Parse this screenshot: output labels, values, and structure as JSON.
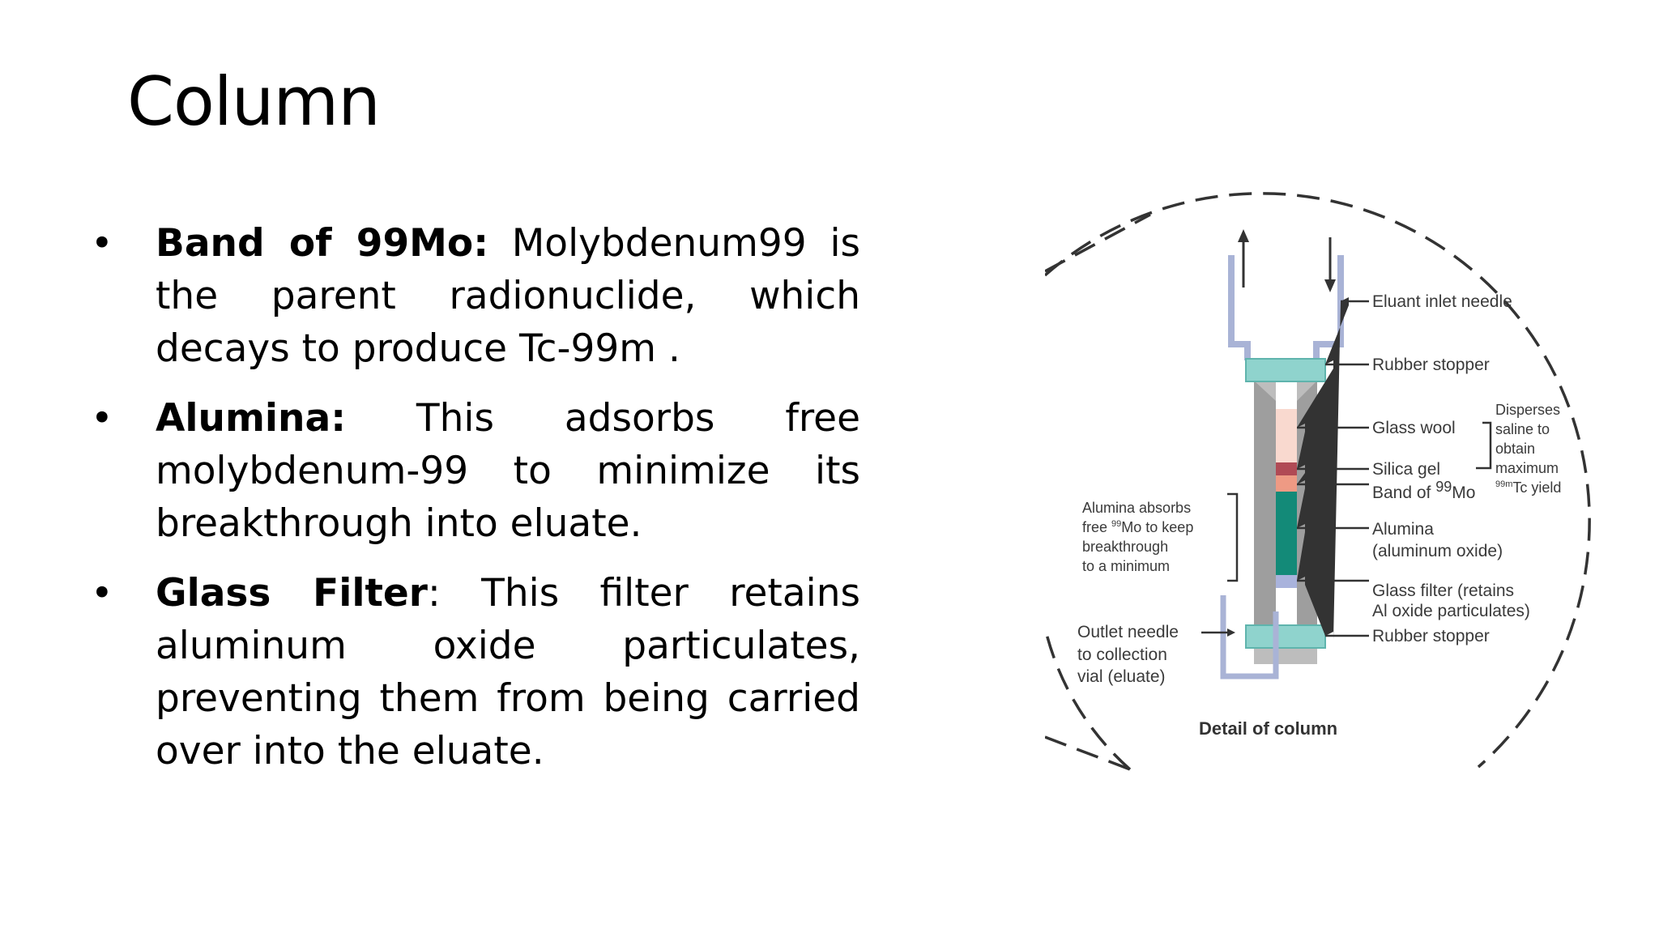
{
  "title": "Column",
  "bullets": [
    {
      "term": "Band of 99Mo:",
      "term_suffix": "",
      "text": " Molybdenum99 is the parent radionuclide, which decays to produce Tc-99m ."
    },
    {
      "term": "Alumina:",
      "term_suffix": "",
      "text": " This adsorbs free molybdenum-99 to minimize its breakthrough into eluate."
    },
    {
      "term": "Glass Filter",
      "term_suffix": ":",
      "text": " This filter retains aluminum oxide particulates, preventing them from being carried over into the eluate."
    }
  ],
  "diagram": {
    "caption": "Detail of column",
    "right_labels": {
      "eluant_inlet": "Eluant inlet needle",
      "rubber_stopper_top": "Rubber stopper",
      "glass_wool": "Glass wool",
      "silica_gel": "Silica gel",
      "band_prefix": "Band of ",
      "band_sup": "99",
      "band_suffix": "Mo",
      "alumina_1": "Alumina",
      "alumina_2": "(aluminum oxide)",
      "glass_filter_1": "Glass filter (retains",
      "glass_filter_2": "Al oxide particulates)",
      "rubber_stopper_bottom": "Rubber stopper"
    },
    "disperses": {
      "line1": "Disperses",
      "line2": "saline to",
      "line3": "obtain",
      "line4": "maximum",
      "line5_sup": "99m",
      "line5_rest": "Tc yield"
    },
    "left_labels": {
      "alumina_line1": "Alumina absorbs",
      "alumina_line2_prefix": "free ",
      "alumina_line2_sup": "99",
      "alumina_line2_suffix": "Mo to keep",
      "alumina_line3": "breakthrough",
      "alumina_line4": "to a minimum",
      "outlet_1": "Outlet needle",
      "outlet_2": "to collection",
      "outlet_3": "vial (eluate)"
    },
    "colors": {
      "glass_wool": "#f9d9cf",
      "silica_gel": "#b04a55",
      "band_of_mo": "#ee9a84",
      "alumina": "#138a78",
      "glass_filter": "#a9b3dc",
      "stopper": "#8fd3cd",
      "column_wall": "#bdbdbd",
      "needle": "#a9b3d6"
    }
  }
}
